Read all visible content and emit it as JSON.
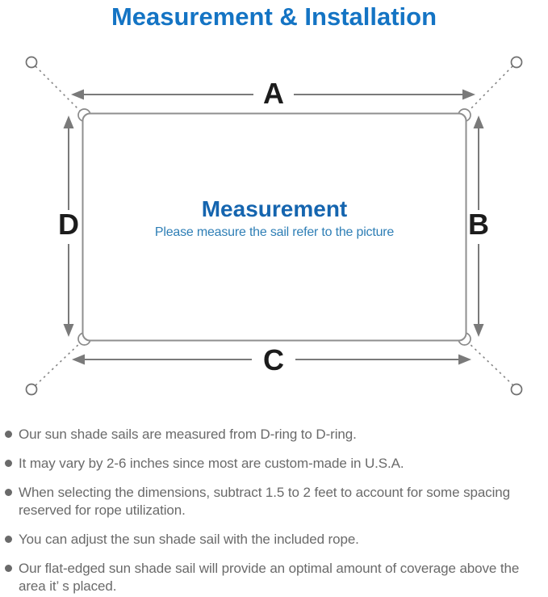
{
  "title": {
    "text": "Measurement & Installation",
    "color": "#1474c4"
  },
  "diagram": {
    "side_labels": {
      "top": "A",
      "right": "B",
      "bottom": "C",
      "left": "D"
    },
    "center": {
      "heading": "Measurement",
      "caption": "Please measure the sail refer to the picture",
      "heading_color": "#1565af",
      "caption_color": "#2f7fb6"
    },
    "line_color": "#7a7a7a",
    "label_color": "#1c1c1c",
    "outline_color": "#8f8f8f"
  },
  "notes": {
    "bullet_color": "#6a6a6a",
    "text_color": "#6a6a6a",
    "items": [
      "Our sun shade sails are measured from D-ring to D-ring.",
      "It may vary by 2-6 inches since most are custom-made in U.S.A.",
      "When selecting the dimensions, subtract 1.5 to 2 feet to account for some spacing reserved for rope utilization.",
      "You can adjust the sun shade sail with the included rope.",
      "Our flat-edged sun shade sail will provide an optimal amount of coverage above the area it’ s placed."
    ]
  }
}
